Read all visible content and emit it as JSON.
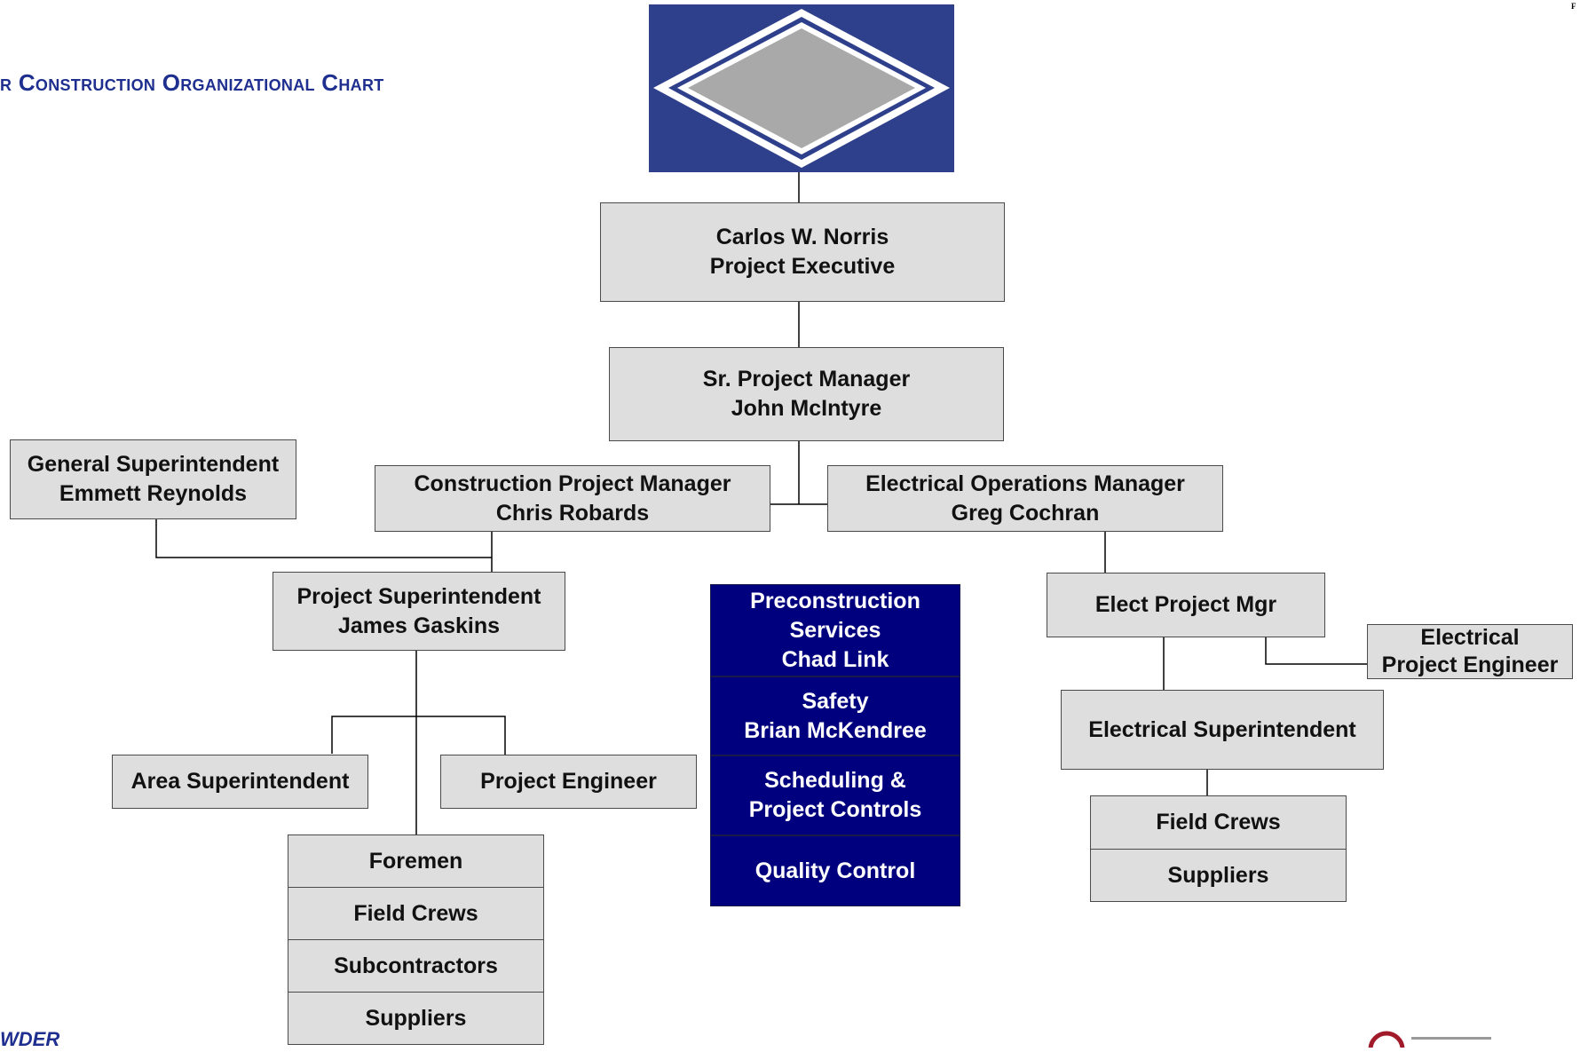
{
  "page_title": "r Construction Organizational Chart",
  "corner_mark": "F",
  "footer_left_logo_text": "WDER",
  "colors": {
    "box_fill": "#dedede",
    "navy_fill": "#00007f",
    "logo_blue": "#2e3f8c",
    "title_blue": "#1f2f8f"
  },
  "org": {
    "executive": {
      "name": "Carlos W. Norris",
      "title": "Project Executive"
    },
    "sr_pm": {
      "title": "Sr. Project Manager",
      "name": "John McIntyre"
    },
    "general_super": {
      "title": "General Superintendent",
      "name": "Emmett Reynolds"
    },
    "construction_pm": {
      "title": "Construction Project Manager",
      "name": "Chris Robards"
    },
    "electrical_ops": {
      "title": "Electrical Operations Manager",
      "name": "Greg Cochran"
    },
    "project_super": {
      "title": "Project Superintendent",
      "name": "James Gaskins"
    },
    "area_super": "Area Superintendent",
    "project_engineer": "Project Engineer",
    "left_stack": [
      "Foremen",
      "Field Crews",
      "Subcontractors",
      "Suppliers"
    ],
    "services": {
      "precon_line1": "Preconstruction",
      "precon_line2": "Services",
      "precon_name": "Chad Link",
      "safety_title": "Safety",
      "safety_name": "Brian McKendree",
      "sched_line1": "Scheduling &",
      "sched_line2": "Project Controls",
      "quality": "Quality Control"
    },
    "elect_pm": "Elect Project Mgr",
    "elect_engineer_line1": "Electrical",
    "elect_engineer_line2": "Project Engineer",
    "elect_super": "Electrical Superintendent",
    "right_stack": [
      "Field Crews",
      "Suppliers"
    ]
  }
}
